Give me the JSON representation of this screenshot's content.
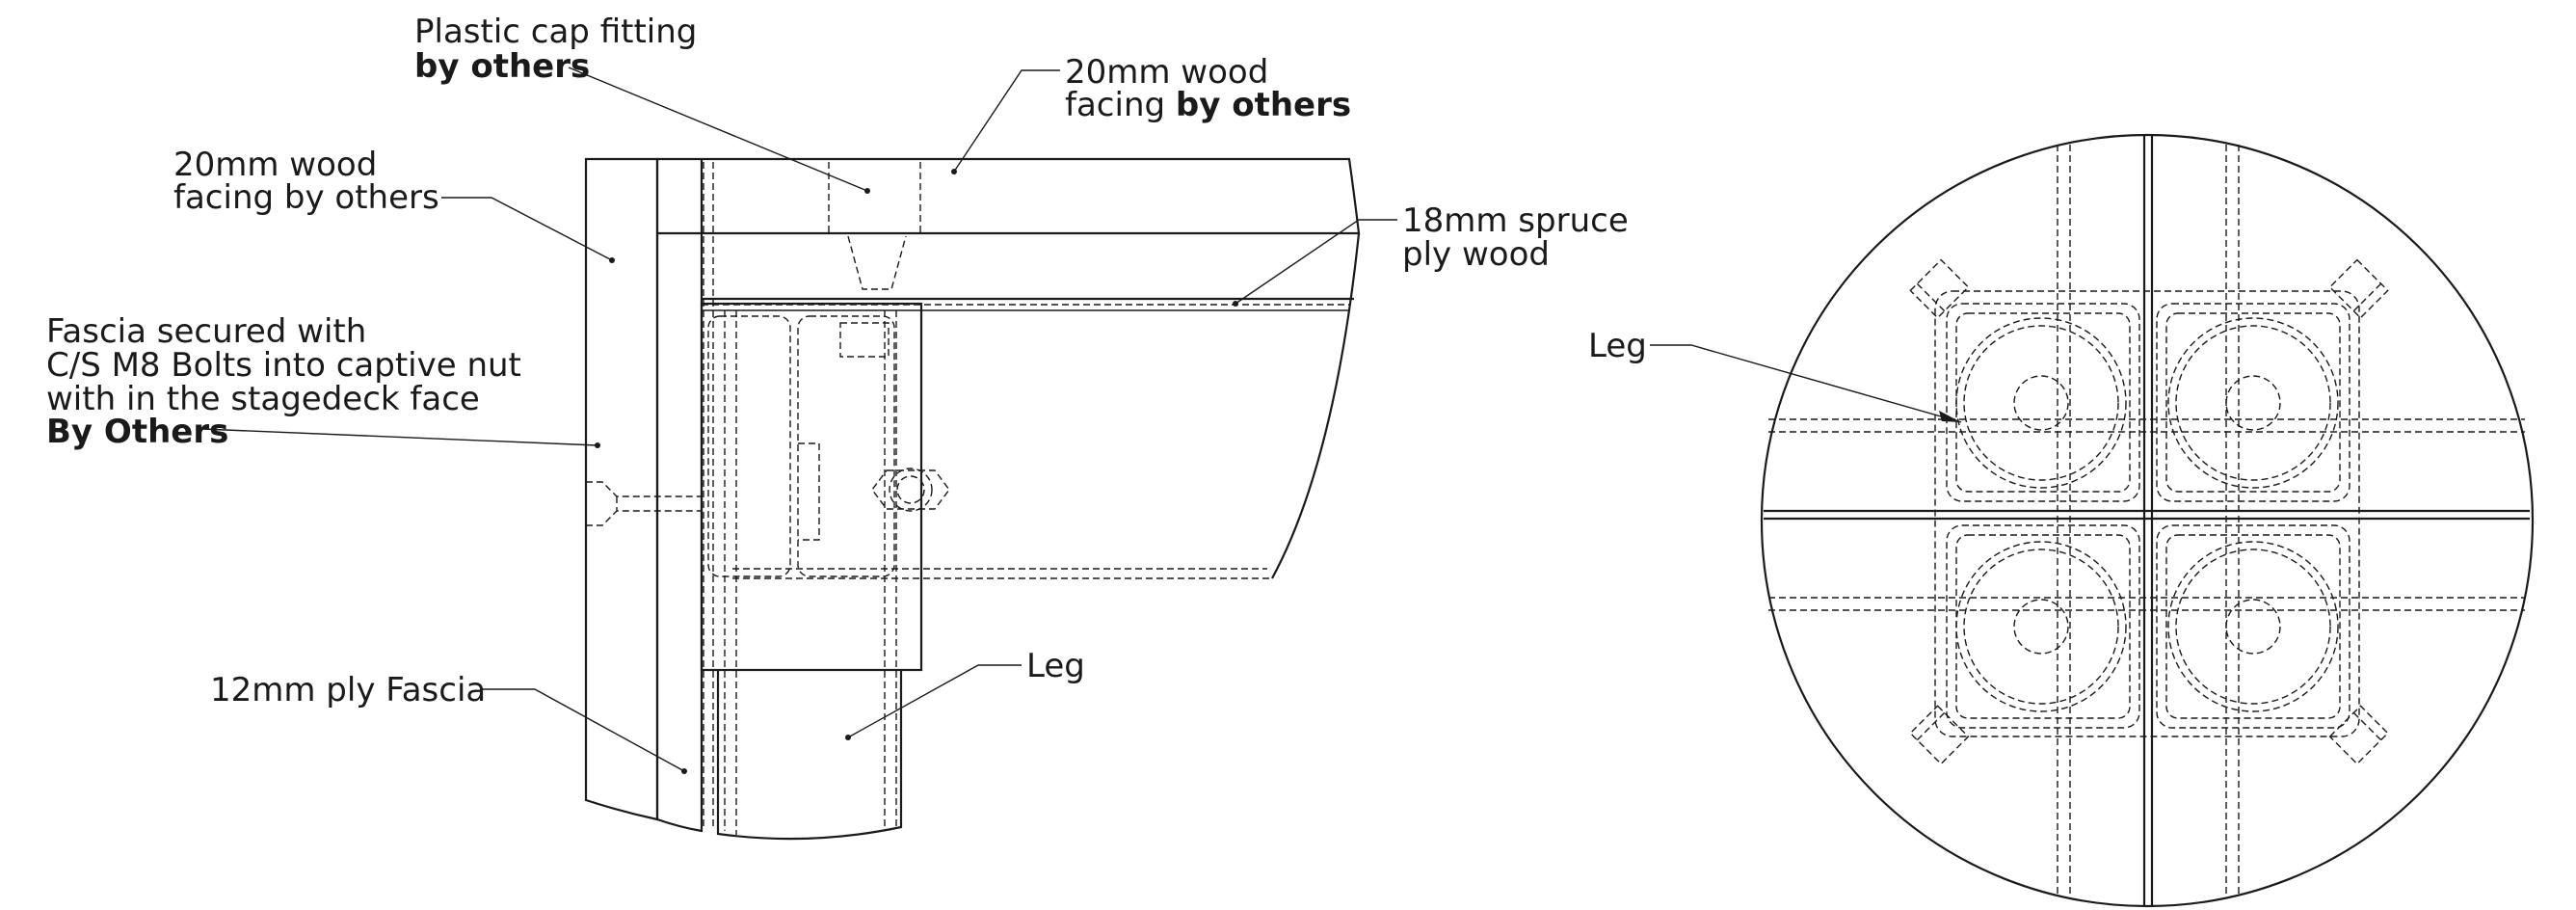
{
  "labels": {
    "cap_line1": "Plastic cap fitting",
    "cap_line2": "by others",
    "wood_top_line1": "20mm wood",
    "wood_top_line2a": "facing ",
    "wood_top_line2b": "by others",
    "wood_left_line1": "20mm wood",
    "wood_left_line2": "facing by others",
    "spruce_line1": "18mm spruce",
    "spruce_line2": "ply wood",
    "fascia_line1": "Fascia secured with",
    "fascia_line2": "C/S M8 Bolts into captive nut",
    "fascia_line3": "with in the stagedeck face",
    "fascia_line4": "By Others",
    "ply_fascia": "12mm ply Fascia",
    "leg_side": "Leg",
    "leg_plan": "Leg"
  }
}
